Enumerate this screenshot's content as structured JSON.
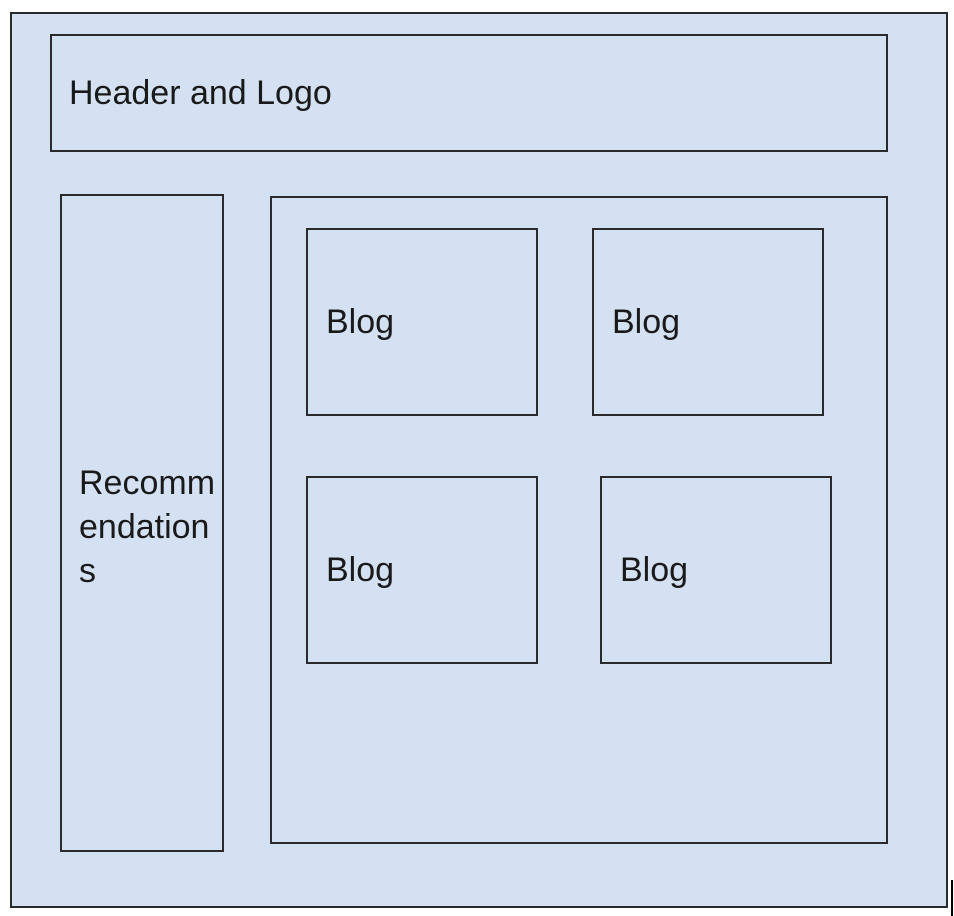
{
  "header": {
    "label": "Header and Logo"
  },
  "sidebar": {
    "label": "Recommendations"
  },
  "blogs": [
    {
      "label": "Blog"
    },
    {
      "label": "Blog"
    },
    {
      "label": "Blog"
    },
    {
      "label": "Blog"
    }
  ],
  "colors": {
    "page_background": "#d4e1f2",
    "border": "#2b2b2b",
    "text": "#1a1a1a"
  }
}
